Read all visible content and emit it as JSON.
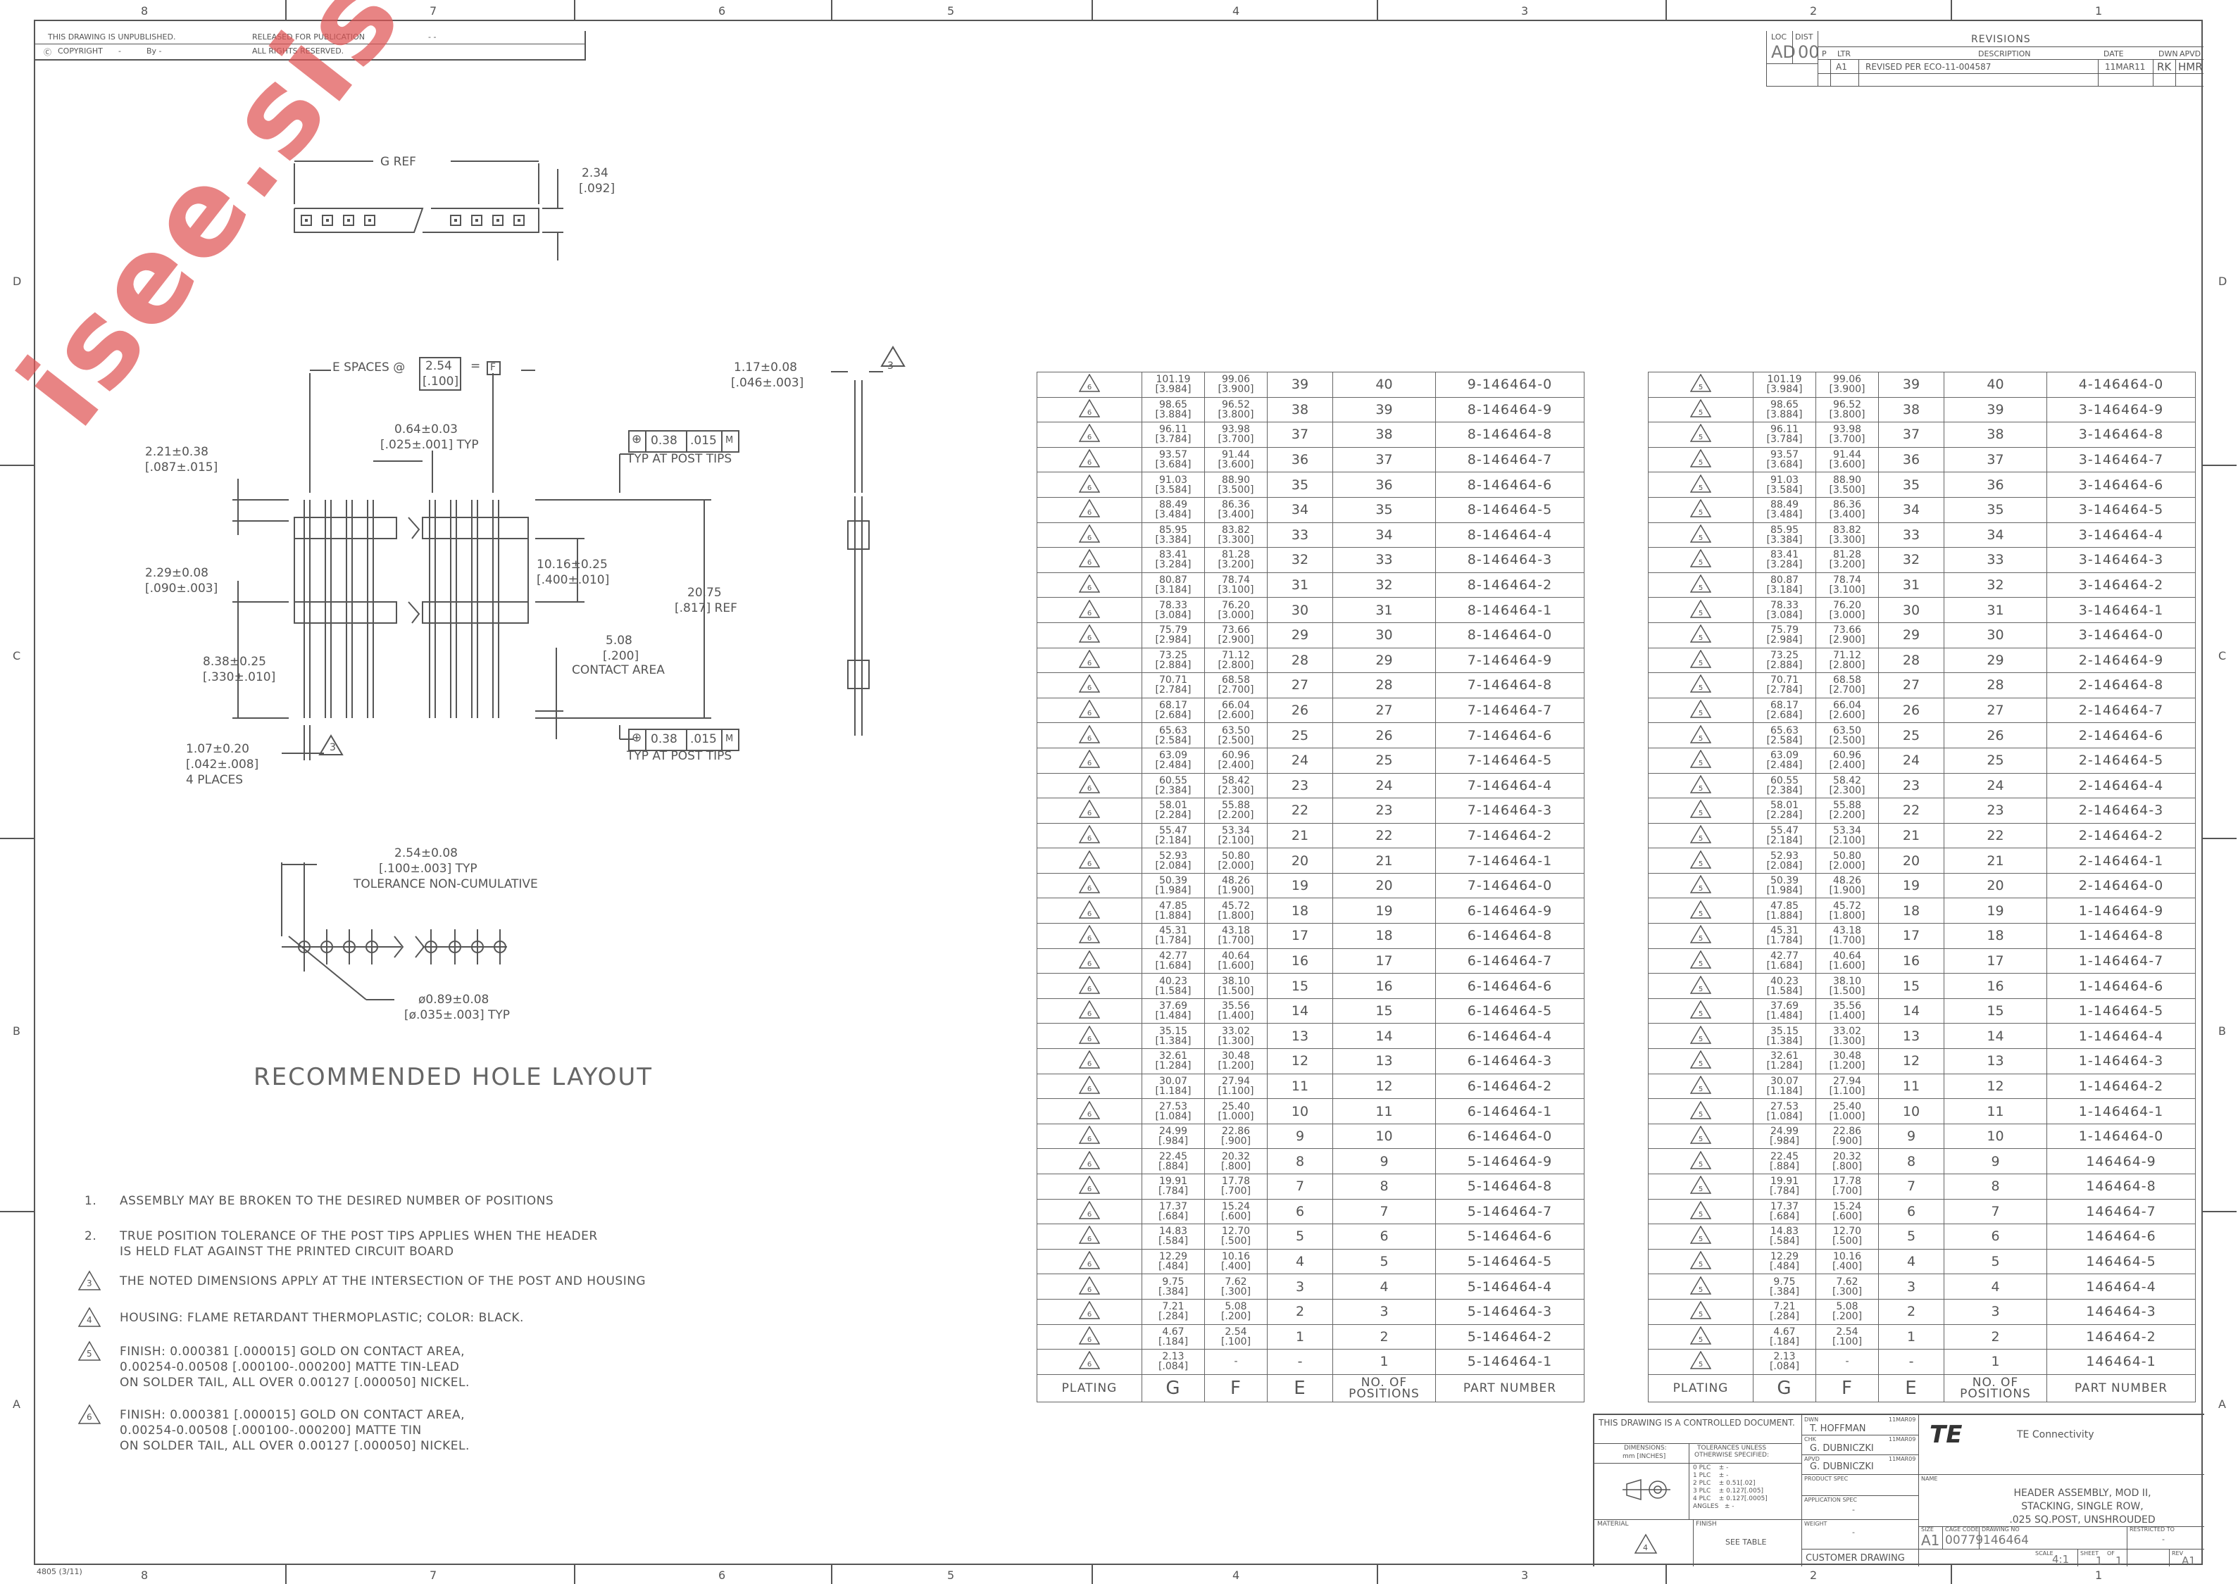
{
  "border": {
    "zones_top": [
      "8",
      "7",
      "6",
      "5",
      "4",
      "3",
      "2",
      "1"
    ],
    "zones_side": [
      "D",
      "C",
      "B",
      "A"
    ]
  },
  "header_notes": {
    "unpublished": "THIS DRAWING IS UNPUBLISHED.",
    "released": "RELEASED FOR PUBLICATION",
    "copyright": "COPYRIGHT",
    "by": "By -",
    "rights": "ALL RIGHTS RESERVED.",
    "dashes": "- -",
    "year": "-"
  },
  "revisions": {
    "title": "REVISIONS",
    "loc_label": "LOC",
    "dist_label": "DIST",
    "loc": "AD",
    "dist": "00",
    "p_label": "P",
    "ltr_label": "LTR",
    "desc_label": "DESCRIPTION",
    "date_label": "DATE",
    "dwn_label": "DWN",
    "apvd_label": "APVD",
    "row": {
      "ltr": "A1",
      "desc": "REVISED PER ECO-11-004587",
      "date": "11MAR11",
      "dwn": "RK",
      "apvd": "HMR"
    }
  },
  "drawing_labels": {
    "g_ref": "G REF",
    "d234": "2.34",
    "d092": "[.092]",
    "e_spaces": "E SPACES @",
    "e_val1": "2.54",
    "e_val2": "[.100]",
    "e_eq": "=",
    "e_f": "F",
    "d117": "1.17±0.08",
    "d046": "[.046±.003]",
    "d064": "0.64±0.03",
    "d025": "[.025±.001]  TYP",
    "tol_sym": "⊕",
    "tol_val": "0.38",
    "tol_in": ".015",
    "tol_mod": "M",
    "typ_post": "TYP AT POST TIPS",
    "d221": "2.21±0.38",
    "d087": "[.087±.015]",
    "d229": "2.29±0.08",
    "d090": "[.090±.003]",
    "d1016": "10.16±0.25",
    "d400": "[.400±.010]",
    "d2075": "20.75",
    "d817": "[.817]  REF",
    "d508": "5.08",
    "d200": "[.200]",
    "contact_area": "CONTACT AREA",
    "d838": "8.38±0.25",
    "d330": "[.330±.010]",
    "d107": "1.07±0.20",
    "d042": "[.042±.008]",
    "four_places": "4 PLACES",
    "d254": "2.54±0.08",
    "d100": "[.100±.003]  TYP",
    "tol_noncum": "TOLERANCE NON-CUMULATIVE",
    "d089": "ø0.89±0.08",
    "d035": "[ø.035±.003]  TYP",
    "hole_layout": "RECOMMENDED HOLE LAYOUT",
    "tri3": "3"
  },
  "notes": [
    {
      "num": "1.",
      "tri": false,
      "lines": [
        "ASSEMBLY MAY BE BROKEN TO THE DESIRED NUMBER OF POSITIONS"
      ]
    },
    {
      "num": "2.",
      "tri": false,
      "lines": [
        "TRUE POSITION TOLERANCE OF THE POST TIPS APPLIES WHEN THE HEADER",
        "IS HELD FLAT AGAINST THE PRINTED CIRCUIT BOARD"
      ]
    },
    {
      "num": "3",
      "tri": true,
      "lines": [
        "THE NOTED DIMENSIONS APPLY AT THE INTERSECTION OF THE POST AND HOUSING"
      ]
    },
    {
      "num": "4",
      "tri": true,
      "lines": [
        "HOUSING: FLAME RETARDANT THERMOPLASTIC; COLOR: BLACK."
      ]
    },
    {
      "num": "5",
      "tri": true,
      "lines": [
        "FINISH: 0.000381 [.000015] GOLD ON CONTACT AREA,",
        "0.00254-0.00508 [.000100-.000200] MATTE TIN-LEAD",
        "ON SOLDER TAIL, ALL OVER 0.00127 [.000050] NICKEL."
      ]
    },
    {
      "num": "6",
      "tri": true,
      "lines": [
        "FINISH: 0.000381 [.000015] GOLD ON CONTACT AREA,",
        "0.00254-0.00508 [.000100-.000200] MATTE TIN",
        "ON SOLDER TAIL, ALL OVER 0.00127 [.000050] NICKEL."
      ]
    }
  ],
  "table_headers": {
    "plating": "PLATING",
    "g": "G",
    "f": "F",
    "e": "E",
    "np1": "NO. OF",
    "np2": "POSITIONS",
    "pn": "PART NUMBER"
  },
  "rows": [
    {
      "g1": "101.19",
      "g2": "[3.984]",
      "f1": "99.06",
      "f2": "[3.900]",
      "e": "39",
      "np": "40",
      "pn6": "9-146464-0",
      "pn5": "4-146464-0"
    },
    {
      "g1": "98.65",
      "g2": "[3.884]",
      "f1": "96.52",
      "f2": "[3.800]",
      "e": "38",
      "np": "39",
      "pn6": "8-146464-9",
      "pn5": "3-146464-9"
    },
    {
      "g1": "96.11",
      "g2": "[3.784]",
      "f1": "93.98",
      "f2": "[3.700]",
      "e": "37",
      "np": "38",
      "pn6": "8-146464-8",
      "pn5": "3-146464-8"
    },
    {
      "g1": "93.57",
      "g2": "[3.684]",
      "f1": "91.44",
      "f2": "[3.600]",
      "e": "36",
      "np": "37",
      "pn6": "8-146464-7",
      "pn5": "3-146464-7"
    },
    {
      "g1": "91.03",
      "g2": "[3.584]",
      "f1": "88.90",
      "f2": "[3.500]",
      "e": "35",
      "np": "36",
      "pn6": "8-146464-6",
      "pn5": "3-146464-6"
    },
    {
      "g1": "88.49",
      "g2": "[3.484]",
      "f1": "86.36",
      "f2": "[3.400]",
      "e": "34",
      "np": "35",
      "pn6": "8-146464-5",
      "pn5": "3-146464-5"
    },
    {
      "g1": "85.95",
      "g2": "[3.384]",
      "f1": "83.82",
      "f2": "[3.300]",
      "e": "33",
      "np": "34",
      "pn6": "8-146464-4",
      "pn5": "3-146464-4"
    },
    {
      "g1": "83.41",
      "g2": "[3.284]",
      "f1": "81.28",
      "f2": "[3.200]",
      "e": "32",
      "np": "33",
      "pn6": "8-146464-3",
      "pn5": "3-146464-3"
    },
    {
      "g1": "80.87",
      "g2": "[3.184]",
      "f1": "78.74",
      "f2": "[3.100]",
      "e": "31",
      "np": "32",
      "pn6": "8-146464-2",
      "pn5": "3-146464-2"
    },
    {
      "g1": "78.33",
      "g2": "[3.084]",
      "f1": "76.20",
      "f2": "[3.000]",
      "e": "30",
      "np": "31",
      "pn6": "8-146464-1",
      "pn5": "3-146464-1"
    },
    {
      "g1": "75.79",
      "g2": "[2.984]",
      "f1": "73.66",
      "f2": "[2.900]",
      "e": "29",
      "np": "30",
      "pn6": "8-146464-0",
      "pn5": "3-146464-0"
    },
    {
      "g1": "73.25",
      "g2": "[2.884]",
      "f1": "71.12",
      "f2": "[2.800]",
      "e": "28",
      "np": "29",
      "pn6": "7-146464-9",
      "pn5": "2-146464-9"
    },
    {
      "g1": "70.71",
      "g2": "[2.784]",
      "f1": "68.58",
      "f2": "[2.700]",
      "e": "27",
      "np": "28",
      "pn6": "7-146464-8",
      "pn5": "2-146464-8"
    },
    {
      "g1": "68.17",
      "g2": "[2.684]",
      "f1": "66.04",
      "f2": "[2.600]",
      "e": "26",
      "np": "27",
      "pn6": "7-146464-7",
      "pn5": "2-146464-7"
    },
    {
      "g1": "65.63",
      "g2": "[2.584]",
      "f1": "63.50",
      "f2": "[2.500]",
      "e": "25",
      "np": "26",
      "pn6": "7-146464-6",
      "pn5": "2-146464-6"
    },
    {
      "g1": "63.09",
      "g2": "[2.484]",
      "f1": "60.96",
      "f2": "[2.400]",
      "e": "24",
      "np": "25",
      "pn6": "7-146464-5",
      "pn5": "2-146464-5"
    },
    {
      "g1": "60.55",
      "g2": "[2.384]",
      "f1": "58.42",
      "f2": "[2.300]",
      "e": "23",
      "np": "24",
      "pn6": "7-146464-4",
      "pn5": "2-146464-4"
    },
    {
      "g1": "58.01",
      "g2": "[2.284]",
      "f1": "55.88",
      "f2": "[2.200]",
      "e": "22",
      "np": "23",
      "pn6": "7-146464-3",
      "pn5": "2-146464-3"
    },
    {
      "g1": "55.47",
      "g2": "[2.184]",
      "f1": "53.34",
      "f2": "[2.100]",
      "e": "21",
      "np": "22",
      "pn6": "7-146464-2",
      "pn5": "2-146464-2"
    },
    {
      "g1": "52.93",
      "g2": "[2.084]",
      "f1": "50.80",
      "f2": "[2.000]",
      "e": "20",
      "np": "21",
      "pn6": "7-146464-1",
      "pn5": "2-146464-1"
    },
    {
      "g1": "50.39",
      "g2": "[1.984]",
      "f1": "48.26",
      "f2": "[1.900]",
      "e": "19",
      "np": "20",
      "pn6": "7-146464-0",
      "pn5": "2-146464-0"
    },
    {
      "g1": "47.85",
      "g2": "[1.884]",
      "f1": "45.72",
      "f2": "[1.800]",
      "e": "18",
      "np": "19",
      "pn6": "6-146464-9",
      "pn5": "1-146464-9"
    },
    {
      "g1": "45.31",
      "g2": "[1.784]",
      "f1": "43.18",
      "f2": "[1.700]",
      "e": "17",
      "np": "18",
      "pn6": "6-146464-8",
      "pn5": "1-146464-8"
    },
    {
      "g1": "42.77",
      "g2": "[1.684]",
      "f1": "40.64",
      "f2": "[1.600]",
      "e": "16",
      "np": "17",
      "pn6": "6-146464-7",
      "pn5": "1-146464-7"
    },
    {
      "g1": "40.23",
      "g2": "[1.584]",
      "f1": "38.10",
      "f2": "[1.500]",
      "e": "15",
      "np": "16",
      "pn6": "6-146464-6",
      "pn5": "1-146464-6"
    },
    {
      "g1": "37.69",
      "g2": "[1.484]",
      "f1": "35.56",
      "f2": "[1.400]",
      "e": "14",
      "np": "15",
      "pn6": "6-146464-5",
      "pn5": "1-146464-5"
    },
    {
      "g1": "35.15",
      "g2": "[1.384]",
      "f1": "33.02",
      "f2": "[1.300]",
      "e": "13",
      "np": "14",
      "pn6": "6-146464-4",
      "pn5": "1-146464-4"
    },
    {
      "g1": "32.61",
      "g2": "[1.284]",
      "f1": "30.48",
      "f2": "[1.200]",
      "e": "12",
      "np": "13",
      "pn6": "6-146464-3",
      "pn5": "1-146464-3"
    },
    {
      "g1": "30.07",
      "g2": "[1.184]",
      "f1": "27.94",
      "f2": "[1.100]",
      "e": "11",
      "np": "12",
      "pn6": "6-146464-2",
      "pn5": "1-146464-2"
    },
    {
      "g1": "27.53",
      "g2": "[1.084]",
      "f1": "25.40",
      "f2": "[1.000]",
      "e": "10",
      "np": "11",
      "pn6": "6-146464-1",
      "pn5": "1-146464-1"
    },
    {
      "g1": "24.99",
      "g2": "[.984]",
      "f1": "22.86",
      "f2": "[.900]",
      "e": "9",
      "np": "10",
      "pn6": "6-146464-0",
      "pn5": "1-146464-0"
    },
    {
      "g1": "22.45",
      "g2": "[.884]",
      "f1": "20.32",
      "f2": "[.800]",
      "e": "8",
      "np": "9",
      "pn6": "5-146464-9",
      "pn5": "146464-9"
    },
    {
      "g1": "19.91",
      "g2": "[.784]",
      "f1": "17.78",
      "f2": "[.700]",
      "e": "7",
      "np": "8",
      "pn6": "5-146464-8",
      "pn5": "146464-8"
    },
    {
      "g1": "17.37",
      "g2": "[.684]",
      "f1": "15.24",
      "f2": "[.600]",
      "e": "6",
      "np": "7",
      "pn6": "5-146464-7",
      "pn5": "146464-7"
    },
    {
      "g1": "14.83",
      "g2": "[.584]",
      "f1": "12.70",
      "f2": "[.500]",
      "e": "5",
      "np": "6",
      "pn6": "5-146464-6",
      "pn5": "146464-6"
    },
    {
      "g1": "12.29",
      "g2": "[.484]",
      "f1": "10.16",
      "f2": "[.400]",
      "e": "4",
      "np": "5",
      "pn6": "5-146464-5",
      "pn5": "146464-5"
    },
    {
      "g1": "9.75",
      "g2": "[.384]",
      "f1": "7.62",
      "f2": "[.300]",
      "e": "3",
      "np": "4",
      "pn6": "5-146464-4",
      "pn5": "146464-4"
    },
    {
      "g1": "7.21",
      "g2": "[.284]",
      "f1": "5.08",
      "f2": "[.200]",
      "e": "2",
      "np": "3",
      "pn6": "5-146464-3",
      "pn5": "146464-3"
    },
    {
      "g1": "4.67",
      "g2": "[.184]",
      "f1": "2.54",
      "f2": "[.100]",
      "e": "1",
      "np": "2",
      "pn6": "5-146464-2",
      "pn5": "146464-2"
    },
    {
      "g1": "2.13",
      "g2": "[.084]",
      "f1": "-",
      "f2": "",
      "e": "-",
      "np": "1",
      "pn6": "5-146464-1",
      "pn5": "146464-1"
    }
  ],
  "title_block": {
    "controlled": "THIS DRAWING IS A CONTROLLED DOCUMENT.",
    "dwn_label": "DWN",
    "dwn": "T. HOFFMAN",
    "dwn_date": "11MAR09",
    "chk_label": "CHK",
    "chk": "G. DUBNICZKI",
    "chk_date": "11MAR09",
    "apvd_label": "APVD",
    "apvd": "G. DUBNICZKI",
    "apvd_date": "11MAR09",
    "company": "TE Connectivity",
    "logo": "TE",
    "dimensions": "DIMENSIONS:",
    "units": "mm [INCHES]",
    "tolerances": "TOLERANCES UNLESS",
    "otherwise": "OTHERWISE SPECIFIED:",
    "plc": [
      "0 PLC    ± -",
      "1 PLC    ± -",
      "2 PLC    ± 0.51[.02]",
      "3 PLC    ± 0.127[.005]",
      "4 PLC    ± 0.127[.0005]",
      "ANGLES   ± -"
    ],
    "product_spec": "PRODUCT SPEC",
    "application_spec": "APPLICATION SPEC",
    "app_value": "-",
    "name_label": "NAME",
    "name1": "HEADER ASSEMBLY, MOD II,",
    "name2": "STACKING, SINGLE ROW,",
    "name3": ".025 SQ.POST, UNSHROUDED",
    "material": "MATERIAL",
    "finish": "FINISH",
    "see_table": "SEE TABLE",
    "material_tri": "4",
    "weight": "WEIGHT",
    "weight_value": "-",
    "customer": "CUSTOMER DRAWING",
    "size_label": "SIZE",
    "size": "A1",
    "cage_label": "CAGE CODE",
    "cage": "00779",
    "dwg_label": "DRAWING NO",
    "dwg": "146464",
    "restricted": "RESTRICTED TO",
    "restricted_value": "-",
    "scale_label": "SCALE",
    "scale": "4:1",
    "sheet_label": "SHEET",
    "sheet": "1",
    "of": "OF",
    "sheets": "1",
    "rev_label": "REV",
    "rev": "A1"
  },
  "form_no": "4805 (3/11)",
  "watermark": "isee.sisoog.com"
}
